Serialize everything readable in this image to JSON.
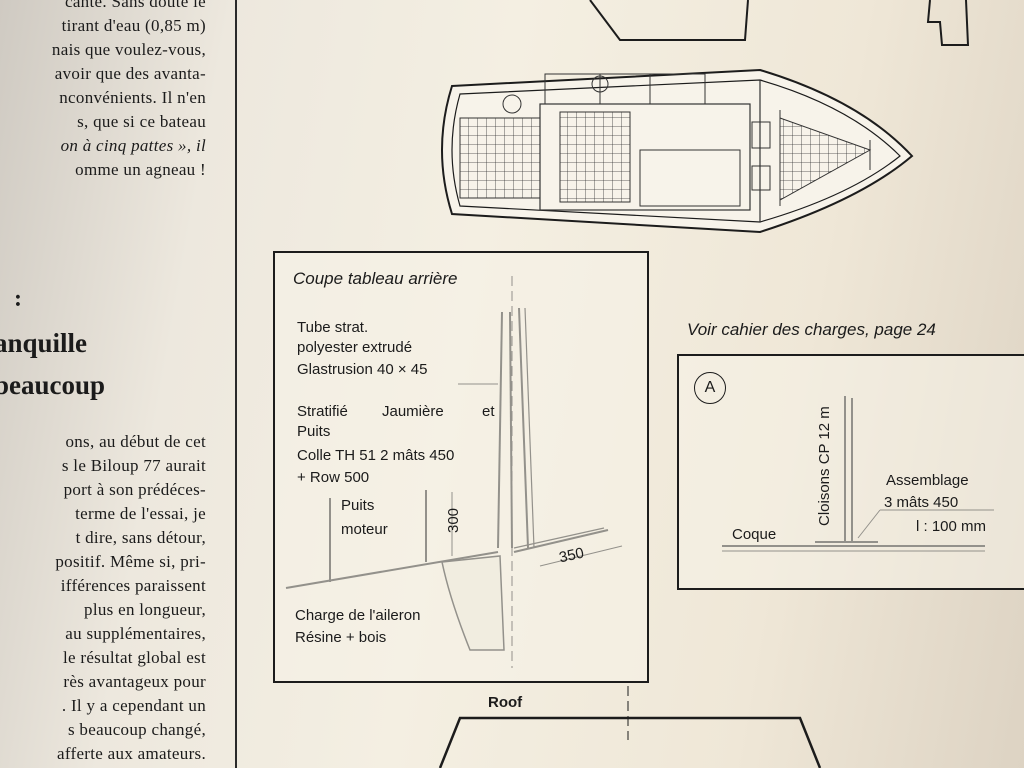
{
  "left_column": {
    "lines": [
      "cante. Sans doute le",
      "tirant d'eau (0,85 m)",
      "nais que voulez-vous,",
      "avoir que des avanta-",
      "nconvénients. Il n'en",
      "s, que si ce bateau",
      "on à cinq pattes », il",
      "omme un agneau !"
    ],
    "colon": ":",
    "heading_1": "anquille",
    "heading_2": "beaucoup",
    "body": [
      "ons, au début de cet",
      "s le Biloup 77 aurait",
      "port à son prédéces-",
      "terme de l'essai, je",
      "t dire, sans détour,",
      "positif. Même si, pri-",
      "ifférences paraissent",
      "plus en longueur,",
      "au supplémentaires,",
      "le résultat global est",
      "rès avantageux pour",
      ". Il y a cependant un",
      "s beaucoup changé,",
      "afferte aux amateurs."
    ]
  },
  "section_diagram": {
    "title": "Coupe tableau arrière",
    "tube_1": "Tube strat.",
    "tube_2": "polyester extrudé",
    "tube_3": "Glastrusion 40 × 45",
    "strat_1": "Stratifié",
    "strat_1b": "Jaumière",
    "strat_1c": "et",
    "strat_2": "Puits",
    "colle_1": "Colle TH 51 2 mâts 450",
    "colle_2": "+ Row 500",
    "puits_1": "Puits",
    "puits_2": "moteur",
    "dim_300": "300",
    "dim_350": "350",
    "charge_1": "Charge de l'aileron",
    "charge_2": "Résine + bois"
  },
  "cahier_note": "Voir cahier des charges, page 24",
  "bulkhead_diagram": {
    "marker": "A",
    "cloisons": "Cloisons CP 12 m",
    "assemblage_1": "Assemblage",
    "assemblage_2": "3 mâts 450",
    "coque": "Coque",
    "scale": "l : 100 mm"
  },
  "roof_label": "Roof"
}
